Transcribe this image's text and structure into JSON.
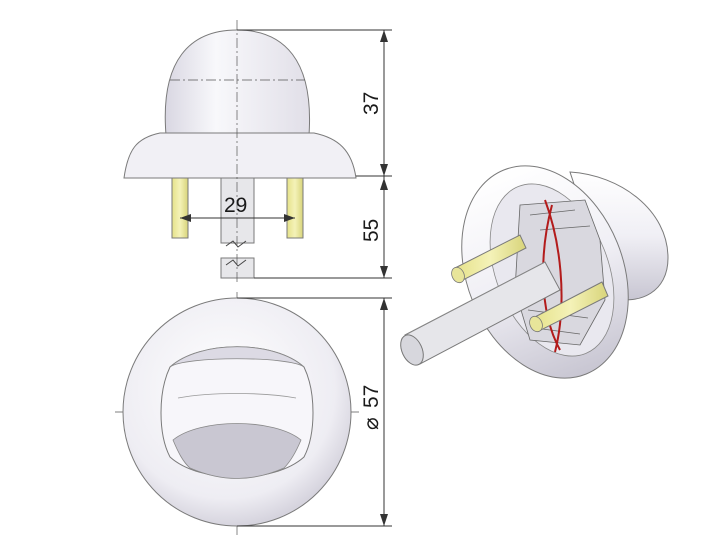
{
  "dimensions": {
    "height_top": "37",
    "height_spindle": "55",
    "pin_spacing": "29",
    "diameter": "57",
    "diameter_symbol": "⌀"
  },
  "colors": {
    "body_fill": "#f3f2f7",
    "body_shade": "#d8d6e0",
    "pin_fill": "#ecea9c",
    "spindle_fill": "#e6e6e9",
    "cam_red": "#b31b1b"
  }
}
